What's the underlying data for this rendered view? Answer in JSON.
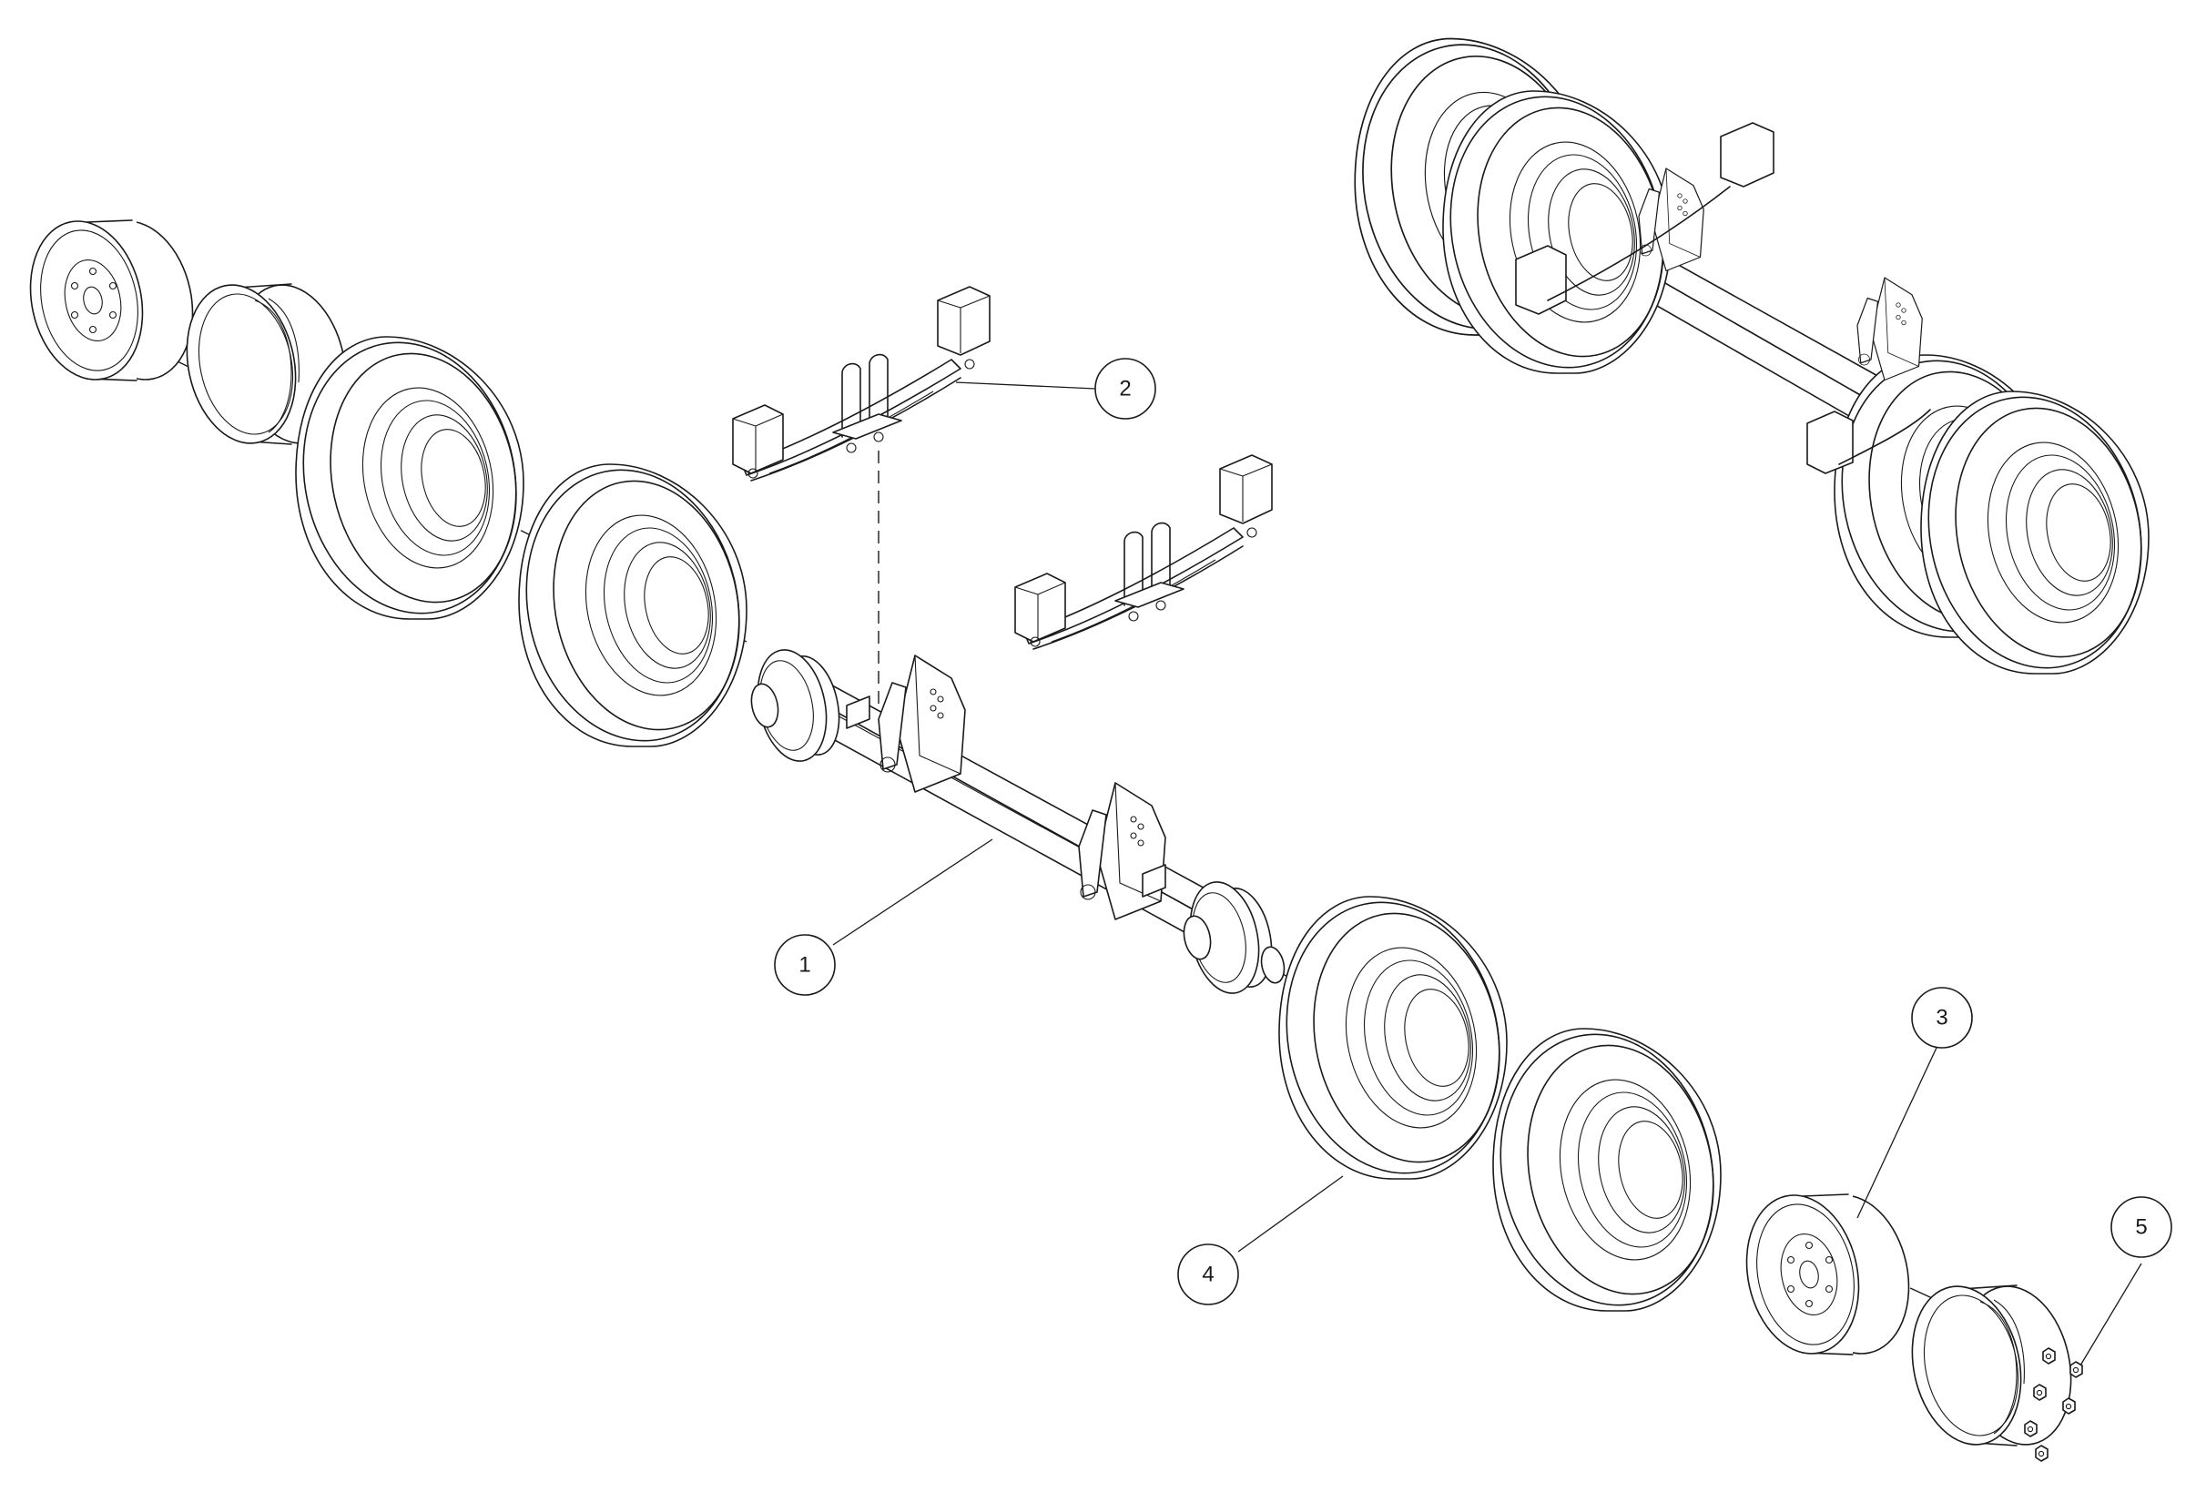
{
  "callouts": [
    {
      "label": "1",
      "part": "axle"
    },
    {
      "label": "2",
      "part": "leaf-spring"
    },
    {
      "label": "3",
      "part": "wheel-rim"
    },
    {
      "label": "4",
      "part": "tire"
    },
    {
      "label": "5",
      "part": "wheel-nut"
    }
  ],
  "colors": {
    "line": "#1a1a1a",
    "background": "#ffffff"
  }
}
